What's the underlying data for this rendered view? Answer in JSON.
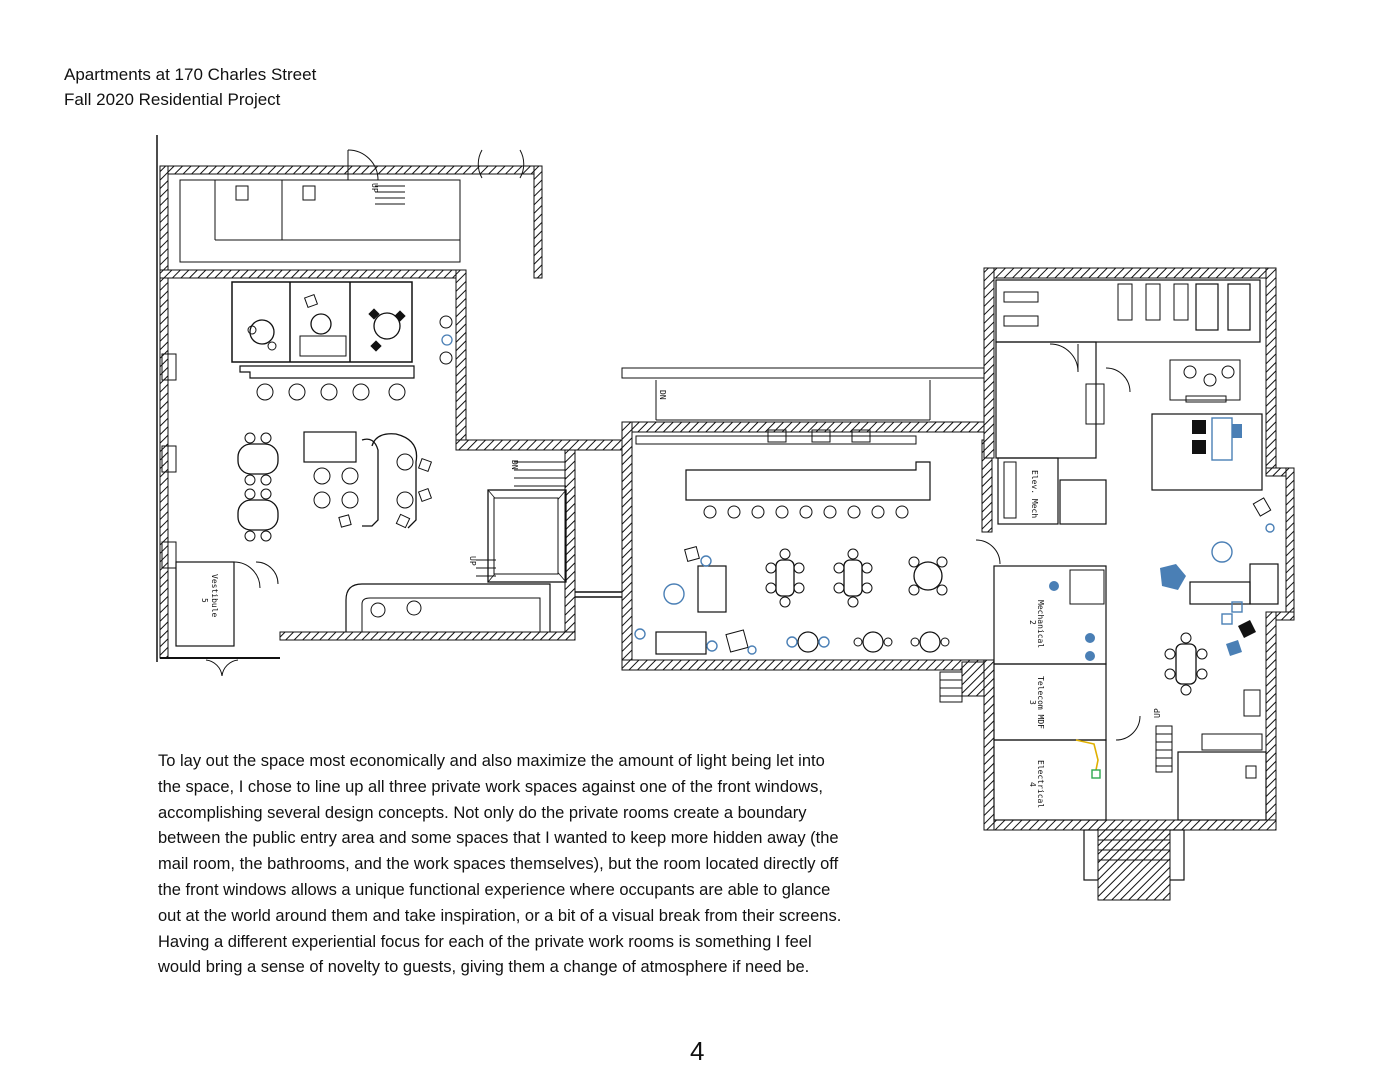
{
  "header": {
    "line1": "Apartments at 170 Charles Street",
    "line2": "Fall 2020 Residential Project"
  },
  "plan": {
    "rooms": {
      "vestibule": "Vestibule",
      "vestibule_num": "5",
      "mechanical": "Mechanical",
      "mechanical_num": "2",
      "telecom": "Telecom MDF",
      "telecom_num": "3",
      "electrical": "Electrical",
      "electrical_num": "4",
      "elev_mech": "Elev. Mech"
    },
    "stairs": {
      "up": "UP",
      "dn": "DN"
    },
    "accent_color": "#4a7fb5"
  },
  "description": {
    "lines": [
      "To lay out the space most economically and also maximize the amount of light being let into",
      "the space, I chose to line up all three private work spaces against one of the front windows,",
      "accomplishing several design concepts.  Not only do the private rooms create a boundary",
      "between the public entry area and some spaces that I wanted to keep more hidden away (the",
      "mail room, the bathrooms, and the work spaces themselves), but the room located directly off",
      "the front windows allows a unique functional experience where occupants are able to glance",
      "out at the world around them and take inspiration, or a bit of a visual break from their screens.",
      "Having a different experiential focus for each of the private work rooms is something I feel",
      "would bring a sense of novelty to guests, giving them a change of atmosphere if need be."
    ]
  },
  "page_number": "4"
}
